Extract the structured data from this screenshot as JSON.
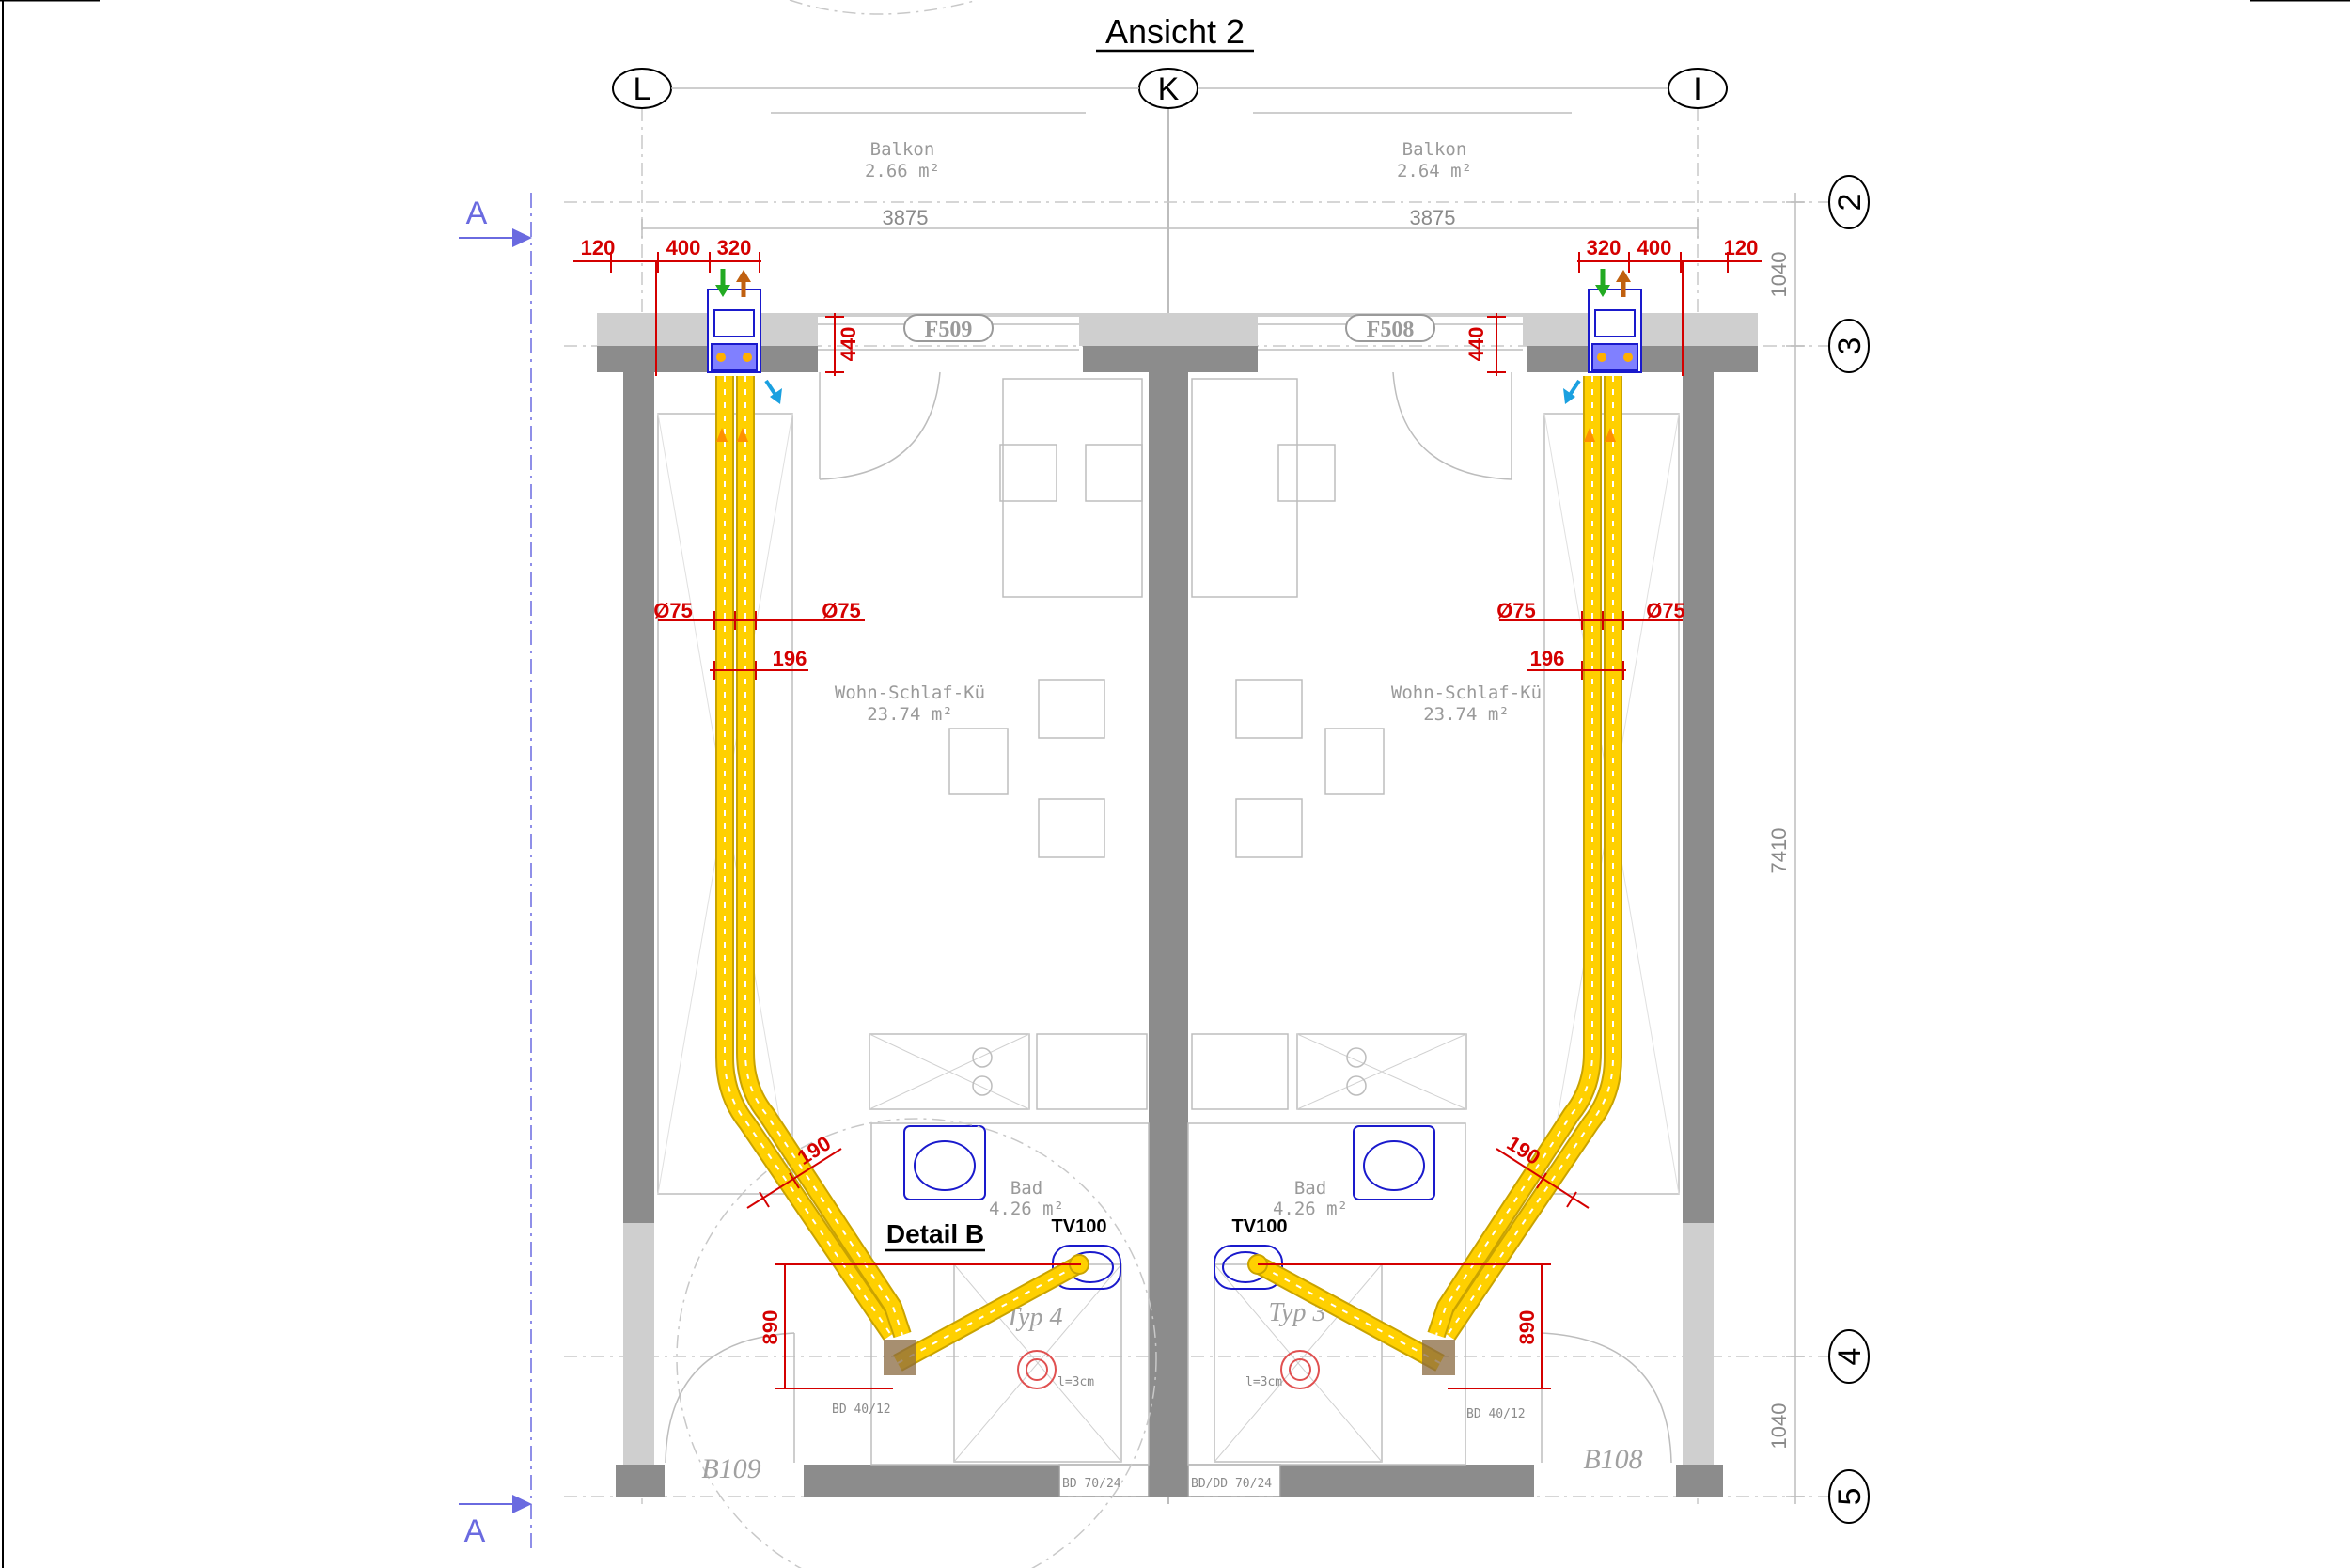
{
  "title": "Ansicht 2",
  "axes": {
    "top": [
      "L",
      "K",
      "I"
    ],
    "right": [
      "2",
      "3",
      "4",
      "5"
    ]
  },
  "section_marker": "A",
  "rooms": {
    "balcony_left": {
      "name": "Balkon",
      "area": "2.66 m²"
    },
    "balcony_right": {
      "name": "Balkon",
      "area": "2.64 m²"
    },
    "living_left": {
      "name": "Wohn-Schlaf-Kü",
      "area": "23.74 m²"
    },
    "living_right": {
      "name": "Wohn-Schlaf-Kü",
      "area": "23.74 m²"
    },
    "bath_left": {
      "name": "Bad",
      "area": "4.26 m²"
    },
    "bath_right": {
      "name": "Bad",
      "area": "4.26 m²"
    }
  },
  "windows": [
    "F509",
    "F508"
  ],
  "doors": [
    "B109",
    "B108"
  ],
  "types": [
    "Typ 4",
    "Typ 3"
  ],
  "device_label": "TV100",
  "detail_label": "Detail B",
  "dimensions": {
    "axis_spacing": "3875",
    "left_120": "120",
    "left_400": "400",
    "left_320": "320",
    "right_320": "320",
    "right_400": "400",
    "right_120": "120",
    "wall_440": "440",
    "dia": "Ø75",
    "d196": "196",
    "d190": "190",
    "d890": "890",
    "side_1040_top": "1040",
    "side_7410": "7410",
    "side_1040_bottom": "1040"
  },
  "small_notes": {
    "bd_left": "BD 40/12",
    "bd_right": "BD 40/12",
    "bd_bottom_left": "BD 70/24",
    "bd_bottom_right": "BD/DD 70/24",
    "shower_left": "l=3cm",
    "shower_right": "l=3cm"
  }
}
